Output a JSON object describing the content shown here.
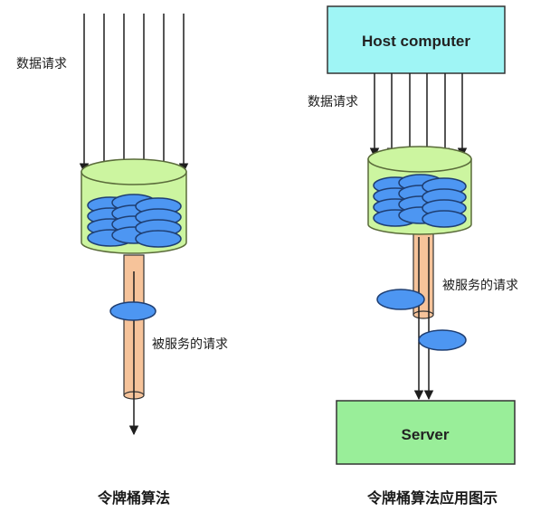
{
  "colors": {
    "bucket_fill": "#ccf5a0",
    "bucket_stroke": "#5a6b3a",
    "token_fill": "#4d96f2",
    "token_stroke": "#1f3f73",
    "pipe_fill": "#f6c39a",
    "host_fill": "#9ff5f5",
    "server_fill": "#99ee99"
  },
  "left": {
    "label_requests": "数据请求",
    "label_served": "被服务的请求",
    "caption": "令牌桶算法"
  },
  "right": {
    "host_label": "Host computer",
    "label_requests": "数据请求",
    "label_served": "被服务的请求",
    "server_label": "Server",
    "caption": "令牌桶算法应用图示"
  }
}
